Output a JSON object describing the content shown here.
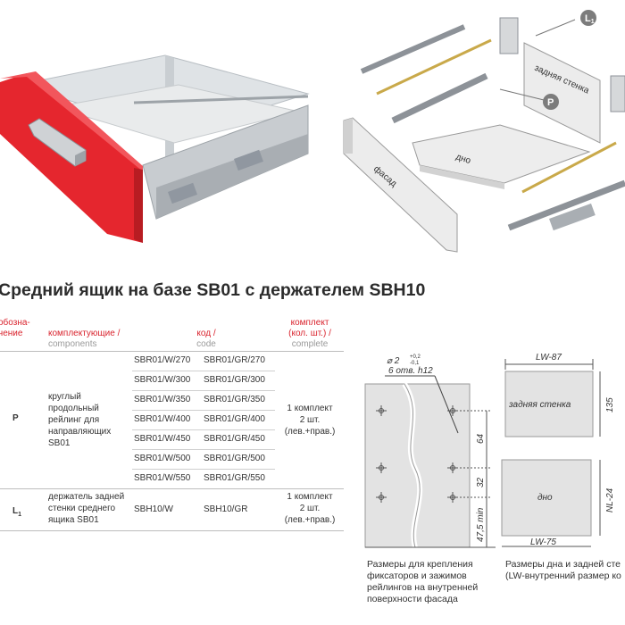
{
  "illustration": {
    "label_back_wall": "задняя стенка",
    "label_bottom": "дно",
    "label_facade": "фасад",
    "badge_l1": "L",
    "badge_l1_sub": "1",
    "badge_p": "P"
  },
  "title": "Средний ящик на базе SB01 с держателем SBH10",
  "table": {
    "headers": {
      "designation_ru": "обозна-",
      "designation_ru2": "чение",
      "components_ru": "комплектующие /",
      "components_en": "components",
      "code_ru": "код /",
      "code_en": "code",
      "complete_ru": "комплект",
      "complete_ru2": "(кол. шт.) /",
      "complete_en": "complete"
    },
    "rows": [
      {
        "designation": "P",
        "component": [
          "круглый",
          "продольный",
          "рейлинг для",
          "направляющих",
          "SB01"
        ],
        "codes_w": [
          "SBR01/W/270",
          "SBR01/W/300",
          "SBR01/W/350",
          "SBR01/W/400",
          "SBR01/W/450",
          "SBR01/W/500",
          "SBR01/W/550"
        ],
        "codes_gr": [
          "SBR01/GR/270",
          "SBR01/GR/300",
          "SBR01/GR/350",
          "SBR01/GR/400",
          "SBR01/GR/450",
          "SBR01/GR/500",
          "SBR01/GR/550"
        ],
        "complete": [
          "1 комплект",
          "2 шт.",
          "(лев.+прав.)"
        ]
      },
      {
        "designation": "L",
        "designation_sub": "1",
        "component": [
          "держатель задней",
          "стенки среднего",
          "ящика SB01"
        ],
        "codes_w": [
          "SBH10/W"
        ],
        "codes_gr": [
          "SBH10/GR"
        ],
        "complete": [
          "1 комплект",
          "2 шт.",
          "(лев.+прав.)"
        ]
      }
    ]
  },
  "drawing_left": {
    "hole_dia": "⌀ 2",
    "tol_upper": "+0,2",
    "tol_lower": "-0,1",
    "holes_spec": "6 отв. h12",
    "dim_64": "64",
    "dim_32": "32",
    "dim_47": "47,5 min",
    "caption": [
      "Размеры для крепления",
      "фиксаторов и зажимов",
      "рейлингов на внутренней",
      "поверхности фасада"
    ]
  },
  "drawing_right": {
    "dim_lw87": "LW-87",
    "label_back": "задняя стенка",
    "dim_135": "135",
    "label_bottom": "дно",
    "dim_nl24": "NL-24",
    "dim_lw75": "LW-75",
    "caption": [
      "Размеры дна и задней сте",
      "(LW-внутренний размер ко"
    ]
  }
}
